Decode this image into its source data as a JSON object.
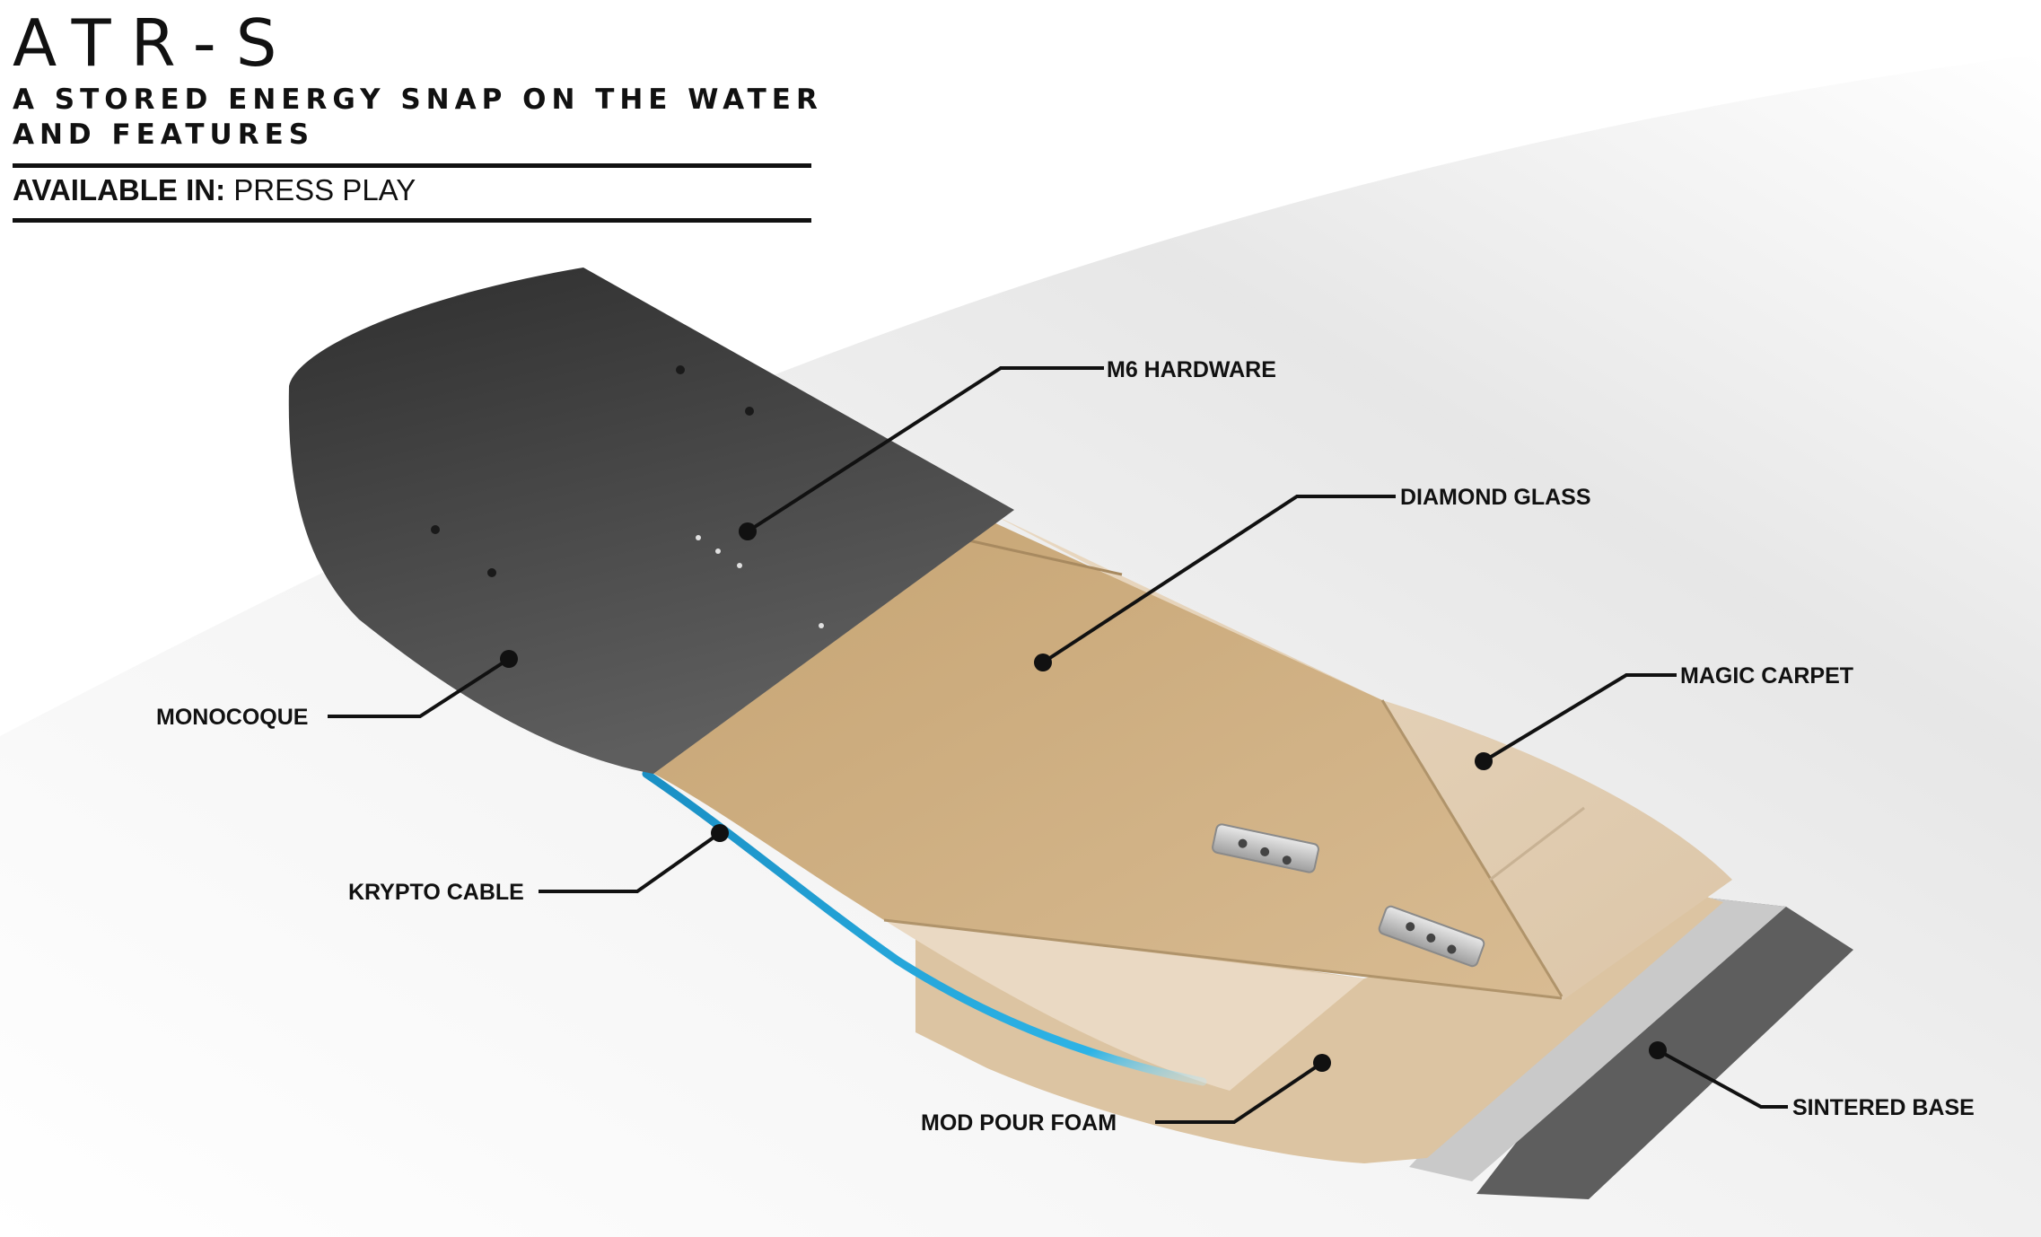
{
  "header": {
    "title": "ATR-S",
    "subtitle": "A STORED ENERGY SNAP ON THE WATER AND FEATURES",
    "availability_label": "AVAILABLE IN:",
    "availability_value": "PRESS PLAY"
  },
  "callouts": {
    "m6_hardware": "M6 HARDWARE",
    "diamond_glass": "DIAMOND GLASS",
    "magic_carpet": "MAGIC CARPET",
    "monocoque": "MONOCOQUE",
    "krypto_cable": "KRYPTO CABLE",
    "mod_pour_foam": "MOD POUR FOAM",
    "sintered_base": "SINTERED BASE"
  },
  "colors": {
    "monocoque_top": "#3a3a3a",
    "monocoque_bottom": "#5b5b5b",
    "diamond_glass": "#c8a97e",
    "magic_carpet": "#e6d3bb",
    "mod_pour_foam": "#dcc4a2",
    "krypto_cable": "#1e9fd4",
    "sintered_base": "#5e5e5e",
    "base_edge": "#c9c9c9",
    "leader_line": "#111111"
  }
}
